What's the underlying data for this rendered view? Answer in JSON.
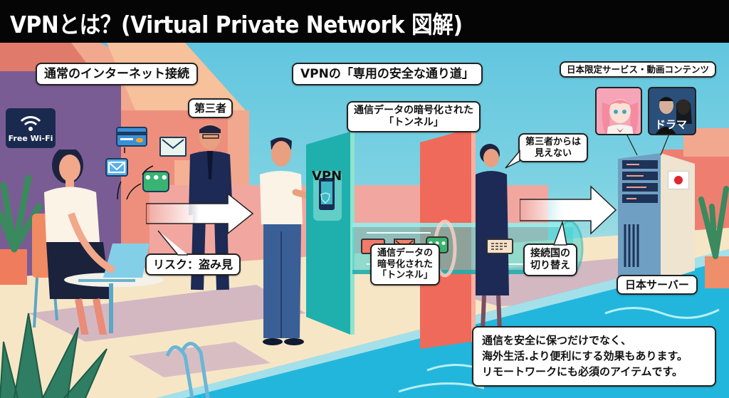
{
  "header": {
    "title": "VPNとは？(Virtual Private Network 図解)"
  },
  "sections": {
    "left_heading": "通常のインターネット接続",
    "center_heading": "VPNの「専用の安全な通り道」",
    "right_heading": "日本限定サービス・動画コンテンツ"
  },
  "labels": {
    "wifi_sign": "Free Wi-Fi",
    "third_party": "第三者",
    "risk": "リスク：盗み見",
    "tunnel_top_line1": "通信データの暗号化された",
    "tunnel_top_line2": "「トンネル」",
    "tunnel_bottom_line1": "通信データの",
    "tunnel_bottom_line2": "暗号化された",
    "tunnel_bottom_line3": "「トンネル」",
    "invisible_line1": "第三者からは",
    "invisible_line2": "見えない",
    "country_switch_line1": "接続国の",
    "country_switch_line2": "切り替え",
    "vpn_panel": "VPN",
    "japan_server": "日本サーバー",
    "drama_tile": "ドラマ"
  },
  "summary": {
    "line1": "通信を安全に保つだけでなく、",
    "line2": "海外生活.より便利にする効果もあります。",
    "line3": "リモートワークにも必須のアイテムです。"
  },
  "icons": {
    "wifi": "wifi-icon",
    "credit_card": "credit-card-icon",
    "envelope": "envelope-icon",
    "chat": "chat-bubble-icon",
    "shield": "shield-icon",
    "server": "server-icon",
    "japan_flag": "japan-flag-icon"
  },
  "colors": {
    "title_bg": "#050505",
    "sky": "#6ccbe1",
    "vpn_panel": "#1fb0ad",
    "red_wall": "#ef6a5a",
    "floor": "#f7e6c6",
    "pool": "#1eb6db",
    "shadow": "#b79ab5"
  }
}
